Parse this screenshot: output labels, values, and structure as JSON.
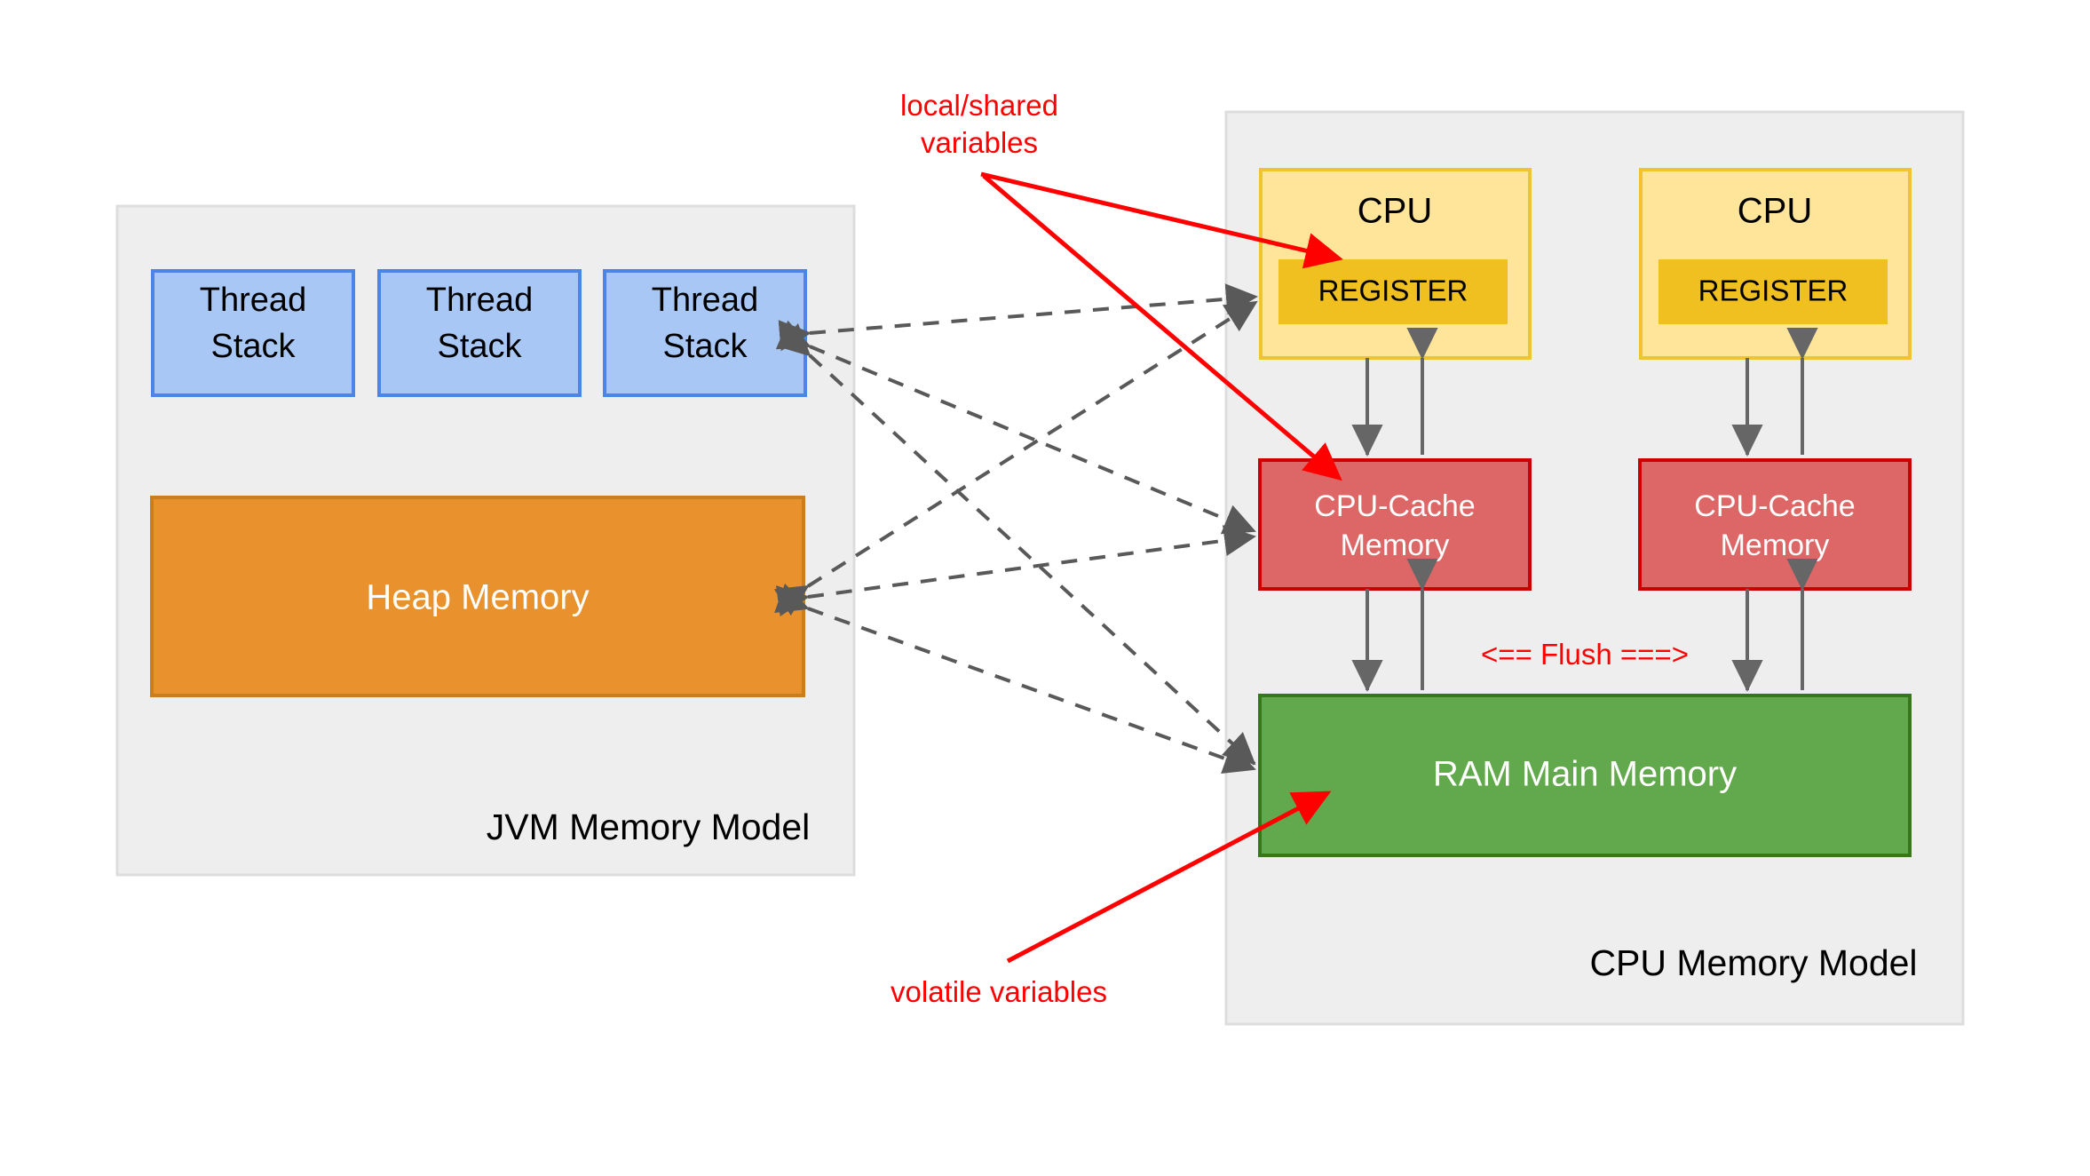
{
  "diagram": {
    "title_semantic": "java-memory-model-vs-cpu-memory-model",
    "jvm_panel": {
      "label": "JVM Memory Model",
      "thread_stacks": [
        {
          "line1": "Thread",
          "line2": "Stack"
        },
        {
          "line1": "Thread",
          "line2": "Stack"
        },
        {
          "line1": "Thread",
          "line2": "Stack"
        }
      ],
      "heap": {
        "label": "Heap Memory"
      }
    },
    "cpu_panel": {
      "label": "CPU Memory Model",
      "cpus": [
        {
          "label": "CPU",
          "register_label": "REGISTER",
          "cache_line1": "CPU-Cache",
          "cache_line2": "Memory"
        },
        {
          "label": "CPU",
          "register_label": "REGISTER",
          "cache_line1": "CPU-Cache",
          "cache_line2": "Memory"
        }
      ],
      "ram": {
        "label": "RAM Main Memory"
      },
      "flush_label": "<== Flush ===>"
    },
    "annotations": {
      "local_shared_line1": "local/shared",
      "local_shared_line2": "variables",
      "volatile": "volatile variables"
    },
    "colors": {
      "panel_fill": "#eeeeee",
      "panel_stroke": "#dddddd",
      "thread_fill": "#a9c7f5",
      "thread_stroke": "#4a86e8",
      "heap_fill": "#e8912d",
      "heap_stroke": "#c87f1f",
      "cpu_fill": "#ffe599",
      "cpu_stroke": "#f1c232",
      "register_fill": "#efc01f",
      "cache_fill": "#dd6666",
      "cache_stroke": "#cc0000",
      "ram_fill": "#62a84c",
      "ram_stroke": "#38761d",
      "annotation_red": "#ff0000",
      "connector_gray": "#666666"
    }
  }
}
